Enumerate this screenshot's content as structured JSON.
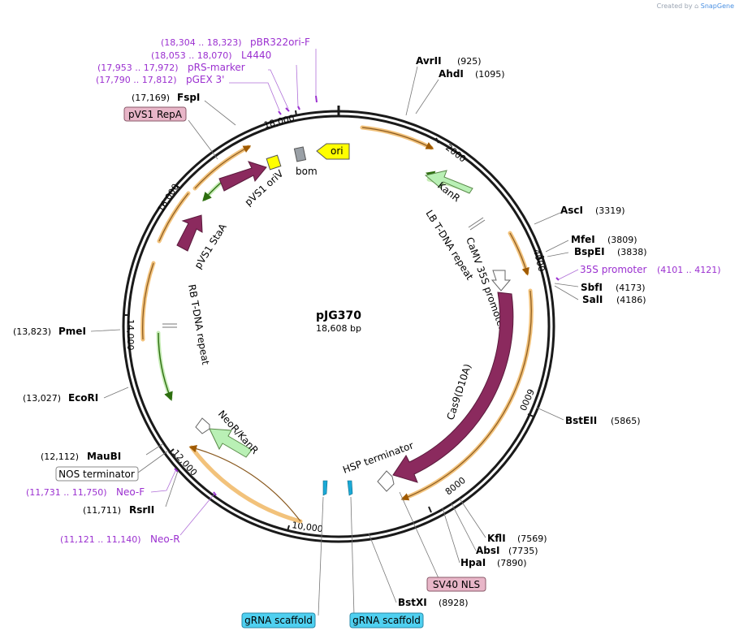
{
  "plasmid": {
    "name": "pJG370",
    "size_text": "18,608 bp",
    "length": 18608
  },
  "credit": {
    "prefix": "Created by",
    "brand": "SnapGene"
  },
  "ticks": [
    {
      "bp": 2000,
      "label": "2000"
    },
    {
      "bp": 4000,
      "label": "4000"
    },
    {
      "bp": 6000,
      "label": "6000"
    },
    {
      "bp": 8000,
      "label": "8000"
    },
    {
      "bp": 10000,
      "label": "10,000"
    },
    {
      "bp": 12000,
      "label": "12,000"
    },
    {
      "bp": 14000,
      "label": "14,000"
    },
    {
      "bp": 16000,
      "label": "16,000"
    },
    {
      "bp": 18000,
      "label": "18,000"
    }
  ],
  "enzymes": [
    {
      "name": "AvrII",
      "pos": "(925)"
    },
    {
      "name": "AhdI",
      "pos": "(1095)"
    },
    {
      "name": "AscI",
      "pos": "(3319)"
    },
    {
      "name": "MfeI",
      "pos": "(3809)"
    },
    {
      "name": "BspEI",
      "pos": "(3838)"
    },
    {
      "name": "SbfI",
      "pos": "(4173)"
    },
    {
      "name": "SalI",
      "pos": "(4186)"
    },
    {
      "name": "BstEII",
      "pos": "(5865)"
    },
    {
      "name": "KflI",
      "pos": "(7569)"
    },
    {
      "name": "AbsI",
      "pos": "(7735)"
    },
    {
      "name": "HpaI",
      "pos": "(7890)"
    },
    {
      "name": "BstXI",
      "pos": "(8928)"
    },
    {
      "name": "RsrII",
      "pos": "(11,711)"
    },
    {
      "name": "MauBI",
      "pos": "(12,112)"
    },
    {
      "name": "EcoRI",
      "pos": "(13,027)"
    },
    {
      "name": "PmeI",
      "pos": "(13,823)"
    },
    {
      "name": "FspI",
      "pos": "(17,169)"
    }
  ],
  "primers": [
    {
      "name": "pBR322ori-F",
      "range": "(18,304 .. 18,323)"
    },
    {
      "name": "L4440",
      "range": "(18,053 .. 18,070)"
    },
    {
      "name": "pRS-marker",
      "range": "(17,953 .. 17,972)"
    },
    {
      "name": "pGEX 3'",
      "range": "(17,790 .. 17,812)"
    },
    {
      "name": "35S promoter",
      "range": "(4101 .. 4121)"
    },
    {
      "name": "Neo-F",
      "range": "(11,731 .. 11,750)"
    },
    {
      "name": "Neo-R",
      "range": "(11,121 .. 11,140)"
    }
  ],
  "boxed_features": [
    {
      "name": "pVS1 RepA"
    },
    {
      "name": "NOS terminator"
    },
    {
      "name": "SV40 NLS"
    },
    {
      "name": "gRNA scaffold"
    },
    {
      "name": "gRNA scaffold"
    }
  ],
  "feature_labels": [
    {
      "name": "ori"
    },
    {
      "name": "bom"
    },
    {
      "name": "pVS1 oriV"
    },
    {
      "name": "pVS1 StaA"
    },
    {
      "name": "KanR"
    },
    {
      "name": "LB T-DNA repeat"
    },
    {
      "name": "CaMV 35S promoter"
    },
    {
      "name": "Cas9(D10A)"
    },
    {
      "name": "HSP terminator"
    },
    {
      "name": "NeoR/KanR"
    },
    {
      "name": "RB T-DNA repeat"
    }
  ],
  "colors": {
    "backbone": "#1a1a1a",
    "primer": "#9b30d0",
    "cds": "#8b2a5e",
    "marker": "#b9f0b5",
    "promoter_fill": "#ffffff",
    "ori": "#ffff00",
    "orange_arc": "#f2c27b",
    "green_arc": "#4aa11a",
    "repa_box": "#e8b6c8",
    "scaffold_box": "#4fd0f0",
    "scaffold_mark": "#1aa9d6"
  }
}
